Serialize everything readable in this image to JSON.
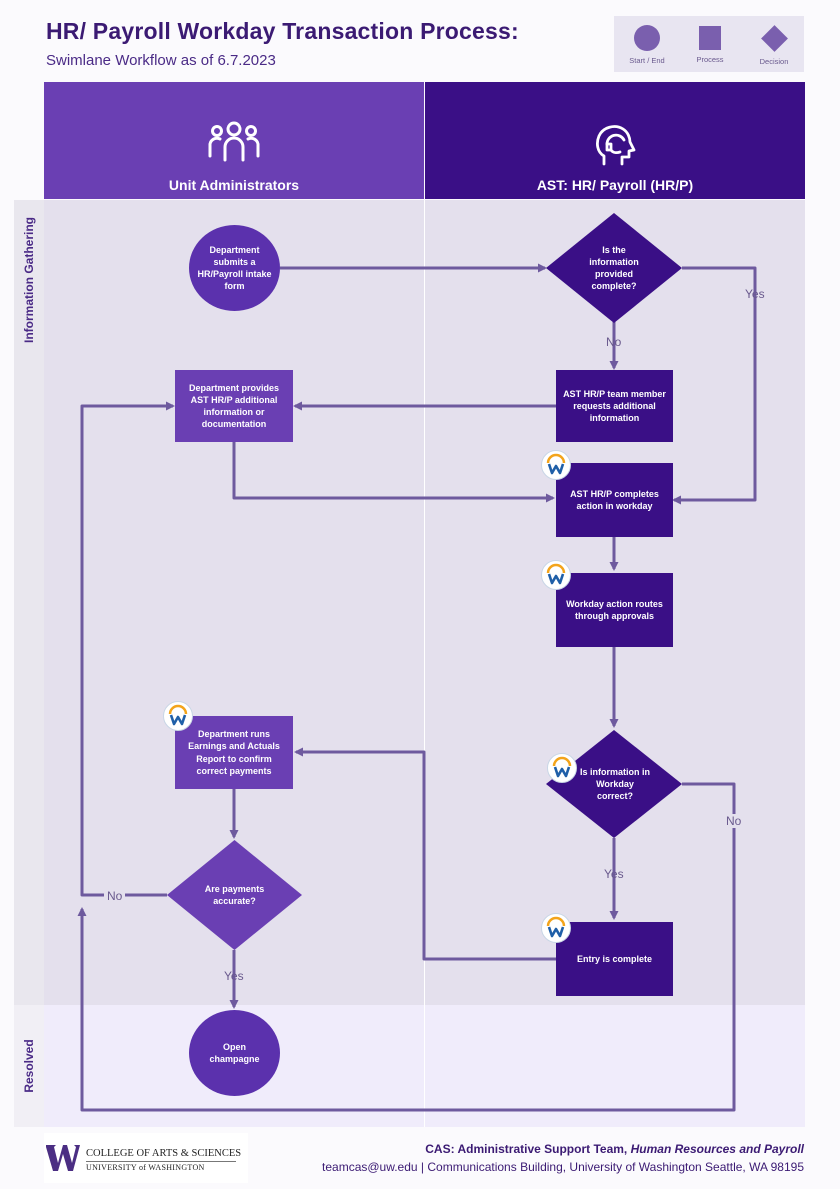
{
  "header": {
    "title": "HR/ Payroll Workday Transaction Process:",
    "subtitle": "Swimlane Workflow as of 6.7.2023"
  },
  "legend": {
    "start_end": "Start / End",
    "process": "Process",
    "decision": "Decision",
    "shape_color": "#7a5fae"
  },
  "lanes": {
    "unit": "Unit Administrators",
    "ast": "AST: HR/ Payroll (HR/P)"
  },
  "bands": {
    "info": "Information Gathering",
    "resolved": "Resolved"
  },
  "nodes": {
    "submit": "Department submits a HR/Payroll intake form",
    "info_complete": "Is the information provided complete?",
    "provides_info": "Department provides AST HR/P additional information or documentation",
    "requests_info": "AST HR/P team member requests additional information",
    "completes_action": "AST HR/P completes action in workday",
    "routes": "Workday action routes through approvals",
    "runs_report": "Department runs Earnings and Actuals Report to confirm correct payments",
    "info_correct": "Is information in Workday correct?",
    "payments_accurate": "Are payments accurate?",
    "entry_complete": "Entry is complete",
    "open_champagne": "Open champagne"
  },
  "edges": {
    "yes1": "Yes",
    "no1": "No",
    "no2": "No",
    "yes2": "Yes",
    "no3": "No",
    "yes3": "Yes"
  },
  "footer": {
    "logo_line1": "COLLEGE OF ARTS & SCIENCES",
    "logo_line2": "UNIVERSITY of WASHINGTON",
    "org_prefix": "CAS: Administrative Support Team,",
    "org_suffix": "Human Resources and Payroll",
    "contact": "teamcas@uw.edu | Communications Building, University of Washington Seattle, WA 98195"
  },
  "colors": {
    "lane_unit": "#6a3fb3",
    "lane_ast": "#3a0f86",
    "arrow": "#6e5a9e"
  }
}
